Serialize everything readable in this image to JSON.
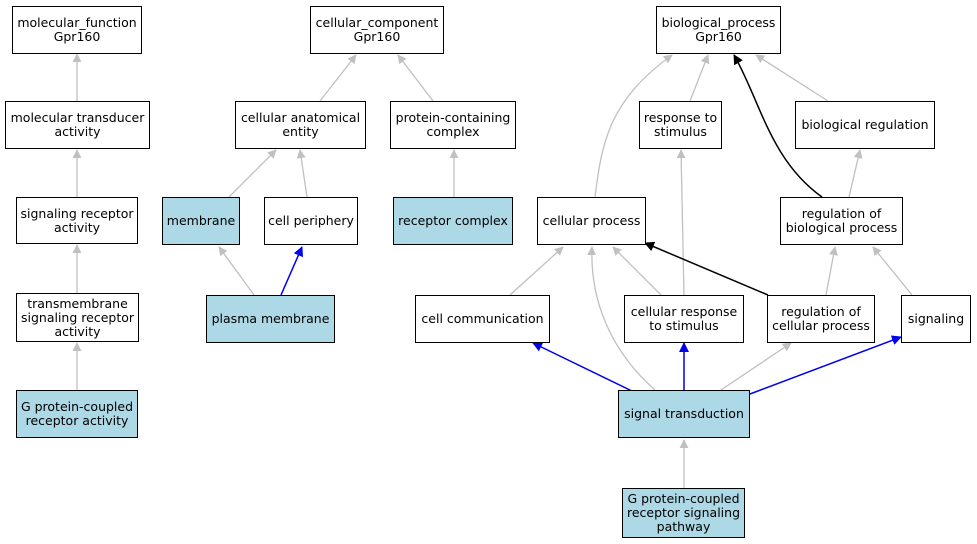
{
  "colors": {
    "default_edge": "#c0c0c0",
    "black_edge": "#000000",
    "blue_edge": "#0000ee",
    "highlight_fill": "#add8e6",
    "default_fill": "#ffffff"
  },
  "nodes": {
    "mf_root": {
      "label": "molecular_function\nGpr160",
      "highlight": false
    },
    "mf_trans": {
      "label": "molecular transducer\nactivity",
      "highlight": false
    },
    "mf_sig": {
      "label": "signaling receptor\nactivity",
      "highlight": false
    },
    "mf_tm": {
      "label": "transmembrane\nsignaling receptor\nactivity",
      "highlight": false
    },
    "mf_gpcr": {
      "label": "G protein-coupled\nreceptor activity",
      "highlight": true
    },
    "cc_root": {
      "label": "cellular_component\nGpr160",
      "highlight": false
    },
    "cc_anat": {
      "label": "cellular anatomical\nentity",
      "highlight": false
    },
    "cc_prot": {
      "label": "protein-containing\ncomplex",
      "highlight": false
    },
    "cc_memb": {
      "label": "membrane",
      "highlight": true
    },
    "cc_peri": {
      "label": "cell periphery",
      "highlight": false
    },
    "cc_rec": {
      "label": "receptor complex",
      "highlight": true
    },
    "cc_plasma": {
      "label": "plasma membrane",
      "highlight": true
    },
    "bp_root": {
      "label": "biological_process\nGpr160",
      "highlight": false
    },
    "bp_resp": {
      "label": "response to\nstimulus",
      "highlight": false
    },
    "bp_breg": {
      "label": "biological regulation",
      "highlight": false
    },
    "bp_cell": {
      "label": "cellular process",
      "highlight": false
    },
    "bp_regbio": {
      "label": "regulation of\nbiological process",
      "highlight": false
    },
    "bp_comm": {
      "label": "cell communication",
      "highlight": false
    },
    "bp_cresp": {
      "label": "cellular response\nto stimulus",
      "highlight": false
    },
    "bp_regcell": {
      "label": "regulation of\ncellular process",
      "highlight": false
    },
    "bp_signal": {
      "label": "signaling",
      "highlight": false
    },
    "bp_sigtr": {
      "label": "signal transduction",
      "highlight": true
    },
    "bp_gpcrp": {
      "label": "G protein-coupled\nreceptor signaling\npathway",
      "highlight": true
    }
  }
}
